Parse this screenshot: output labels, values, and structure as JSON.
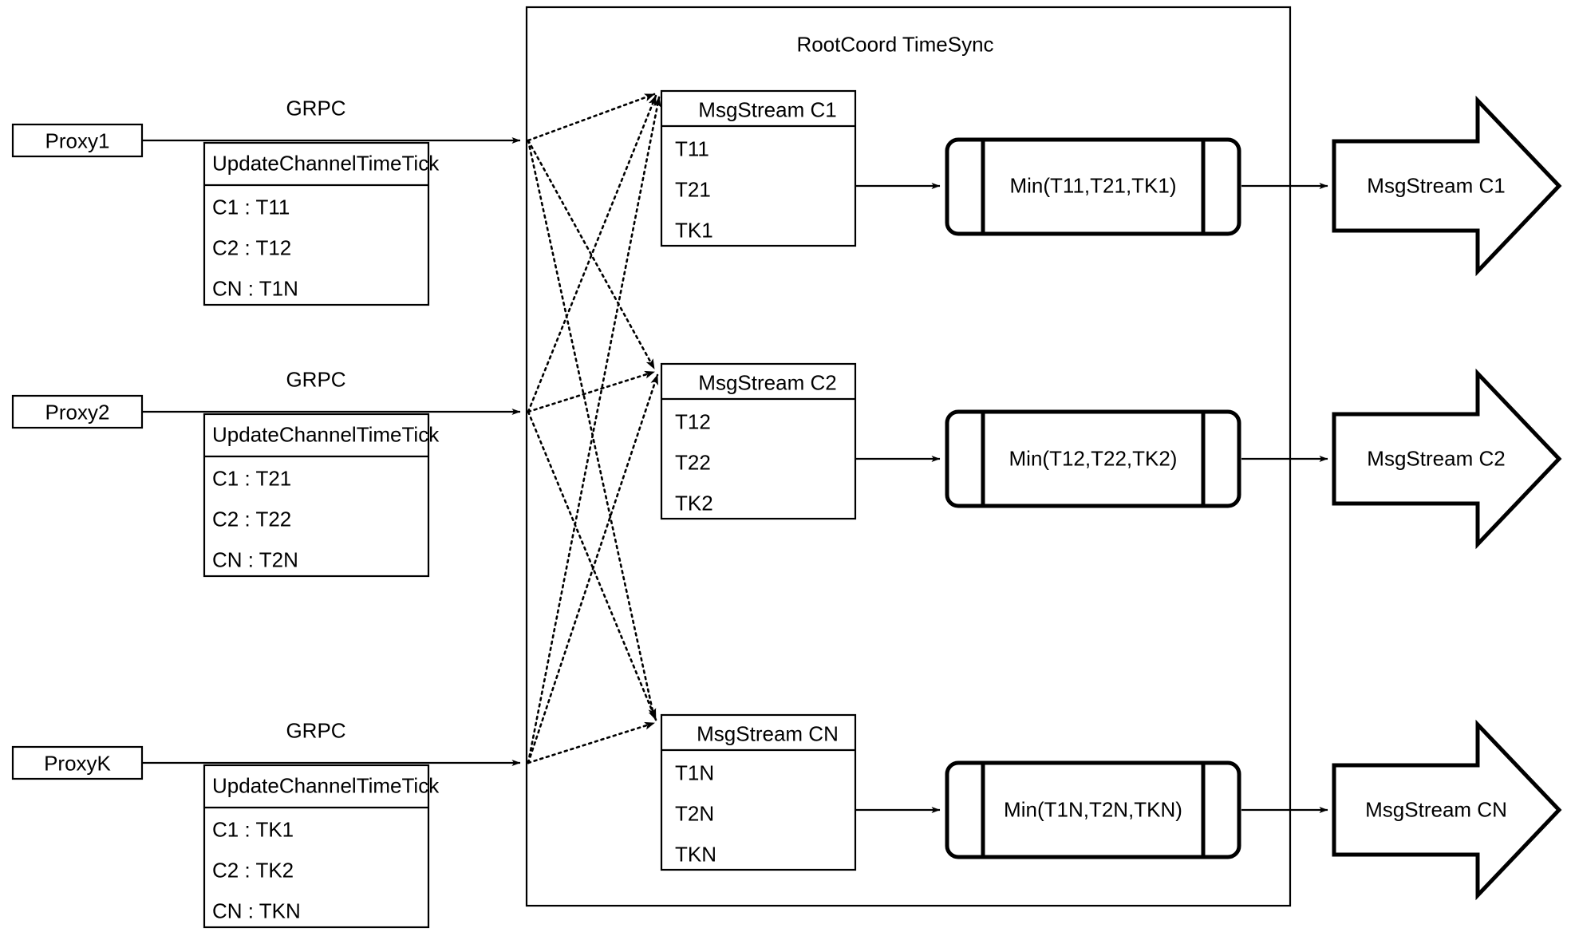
{
  "diagram": {
    "container_title": "RootCoord TimeSync",
    "proxies": [
      {
        "name": "Proxy1",
        "link_label": "GRPC",
        "request_title": "UpdateChannelTimeTick",
        "rows": [
          "C1 :  T11",
          "C2 :  T12",
          "CN : T1N"
        ]
      },
      {
        "name": "Proxy2",
        "link_label": "GRPC",
        "request_title": "UpdateChannelTimeTick",
        "rows": [
          "C1 :  T21",
          "C2 :  T22",
          "CN : T2N"
        ]
      },
      {
        "name": "ProxyK",
        "link_label": "GRPC",
        "request_title": "UpdateChannelTimeTick",
        "rows": [
          "C1 :  TK1",
          "C2 :  TK2",
          "CN : TKN"
        ]
      }
    ],
    "channels": [
      {
        "msgstream_title": "MsgStream C1",
        "ticks": [
          "T11",
          "T21",
          "TK1"
        ],
        "process_label": "Min(T11,T21,TK1)",
        "output_label": "MsgStream C1"
      },
      {
        "msgstream_title": "MsgStream C2",
        "ticks": [
          "T12",
          "T22",
          "TK2"
        ],
        "process_label": "Min(T12,T22,TK2)",
        "output_label": "MsgStream C2"
      },
      {
        "msgstream_title": "MsgStream CN",
        "ticks": [
          "T1N",
          "T2N",
          "TKN"
        ],
        "process_label": "Min(T1N,T2N,TKN)",
        "output_label": "MsgStream CN"
      }
    ],
    "colors": {
      "stroke": "#000000",
      "background": "#ffffff"
    }
  }
}
